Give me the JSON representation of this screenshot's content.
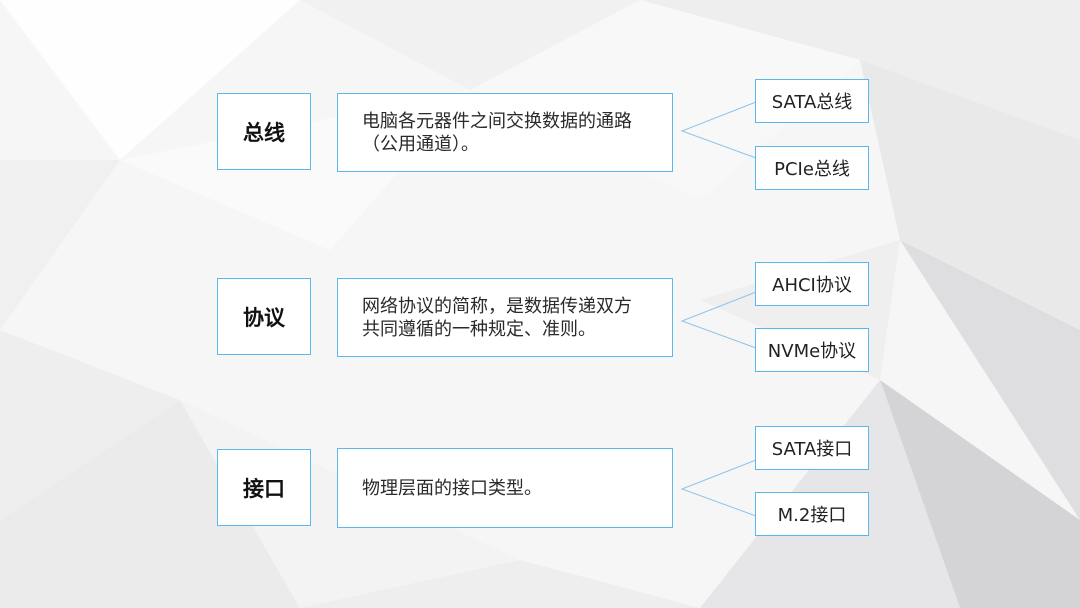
{
  "colors": {
    "border": "#5cb8ea",
    "connector": "#8fc4e8"
  },
  "rows": [
    {
      "term": "总线",
      "description": "电脑各元器件之间交换数据的通路（公用通道）。",
      "items": [
        "SATA总线",
        "PCIe总线"
      ]
    },
    {
      "term": "协议",
      "description": "网络协议的简称，是数据传递双方共同遵循的一种规定、准则。",
      "items": [
        "AHCI协议",
        "NVMe协议"
      ]
    },
    {
      "term": "接口",
      "description": "物理层面的接口类型。",
      "items": [
        "SATA接口",
        "M.2接口"
      ]
    }
  ]
}
